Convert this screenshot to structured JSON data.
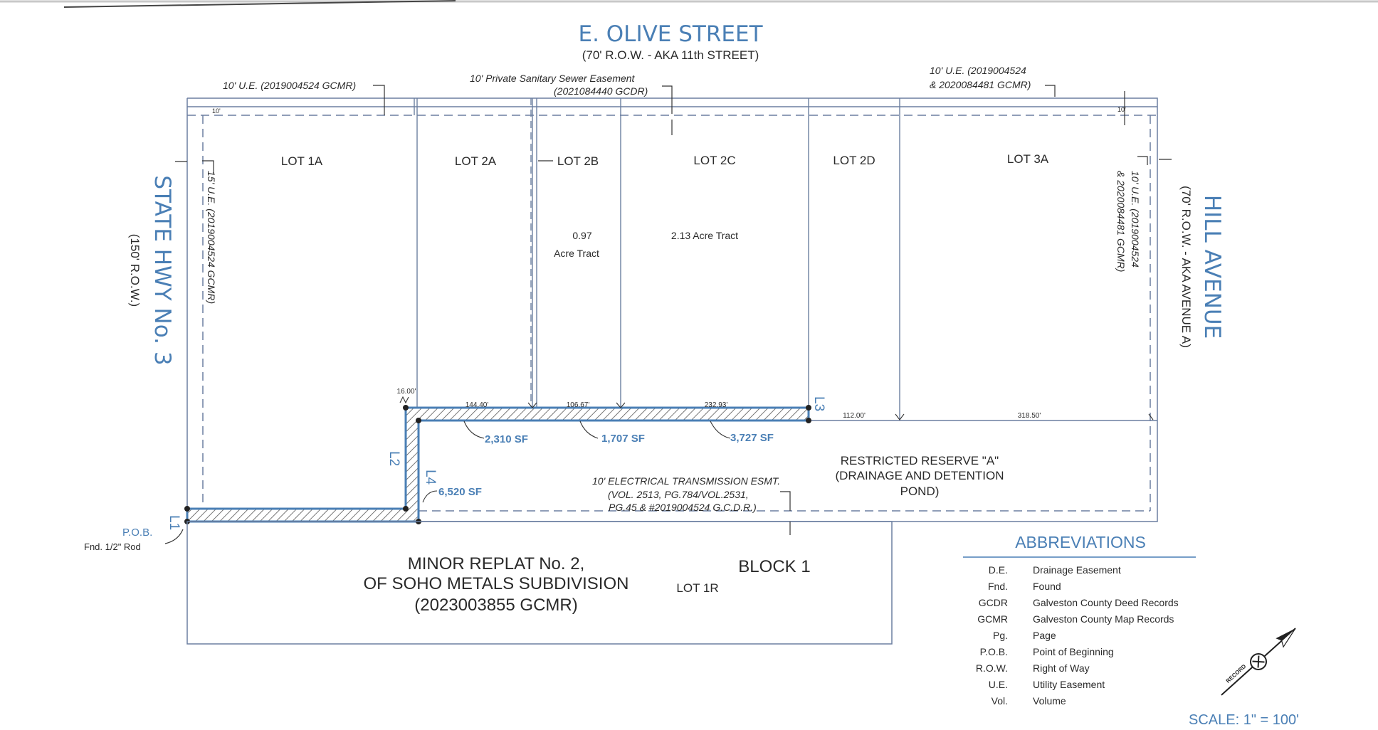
{
  "streets": {
    "north": {
      "name": "E. OLIVE STREET",
      "row": "(70' R.O.W. - AKA 11th STREET)"
    },
    "west": {
      "name": "STATE HWY No. 3",
      "row": "(150' R.O.W.)"
    },
    "east": {
      "name": "HILL AVENUE",
      "row": "(70' R.O.W. - AKA AVENUE A)"
    }
  },
  "easements": {
    "ue_north_left": "10' U.E. (2019004524 GCMR)",
    "sewer_line1": "10' Private Sanitary Sewer Easement",
    "sewer_line2": "(2021084440 GCDR)",
    "ue_north_right_line1": "10' U.E. (2019004524",
    "ue_north_right_line2": "& 2020084481 GCMR)",
    "ue_west": "15' U.E. (2019004524 GCMR)",
    "ue_east_line1": "10' U.E. (2019004524",
    "ue_east_line2": "& 2020084481 GCMR)",
    "electrical_line1": "10' ELECTRICAL TRANSMISSION ESMT.",
    "electrical_line2": "(VOL. 2513, PG.784/VOL.2531,",
    "electrical_line3": "PG.45 & #2019004524 G.C.D.R.)",
    "dim_10_left": "10'",
    "dim_10_right": "10'"
  },
  "lots": [
    {
      "label": "LOT 1A"
    },
    {
      "label": "LOT 2A"
    },
    {
      "label": "LOT 2B",
      "area_line1": "0.97",
      "area_line2": "Acre Tract"
    },
    {
      "label": "LOT 2C",
      "area_line1": "2.13 Acre Tract"
    },
    {
      "label": "LOT 2D"
    },
    {
      "label": "LOT 3A"
    }
  ],
  "dimensions": {
    "d16": "16.00'",
    "d144": "144.40'",
    "d106": "106.67'",
    "d232": "232.93'",
    "d112": "112.00'",
    "d318": "318.50'"
  },
  "areas": {
    "sf1": "2,310 SF",
    "sf2": "1,707 SF",
    "sf3": "3,727 SF",
    "sf4": "6,520 SF"
  },
  "line_labels": {
    "L1": "L1",
    "L2": "L2",
    "L3": "L3",
    "L4": "L4"
  },
  "pob": {
    "label": "P.O.B.",
    "note": "Fnd. 1/2\" Rod"
  },
  "reserve": {
    "line1": "RESTRICTED RESERVE \"A\"",
    "line2": "(DRAINAGE AND DETENTION",
    "line3": "POND)"
  },
  "replat": {
    "line1": "MINOR REPLAT No. 2,",
    "line2": "OF SOHO METALS SUBDIVISION",
    "line3": "(2023003855 GCMR)",
    "block": "BLOCK 1",
    "lot": "LOT 1R"
  },
  "abbreviations": {
    "title": "ABBREVIATIONS",
    "items": [
      {
        "abbr": "D.E.",
        "meaning": "Drainage Easement"
      },
      {
        "abbr": "Fnd.",
        "meaning": "Found"
      },
      {
        "abbr": "GCDR",
        "meaning": "Galveston County Deed Records"
      },
      {
        "abbr": "GCMR",
        "meaning": "Galveston County Map Records"
      },
      {
        "abbr": "Pg.",
        "meaning": "Page"
      },
      {
        "abbr": "P.O.B.",
        "meaning": "Point of Beginning"
      },
      {
        "abbr": "R.O.W.",
        "meaning": "Right of Way"
      },
      {
        "abbr": "U.E.",
        "meaning": "Utility Easement"
      },
      {
        "abbr": "Vol.",
        "meaning": "Volume"
      }
    ]
  },
  "north_arrow": {
    "label": "RECORD"
  },
  "scale": "SCALE: 1\" = 100'",
  "colors": {
    "blue": "#4a7fb5",
    "line": "#6b7fa0",
    "ink": "#2a2a2a"
  }
}
